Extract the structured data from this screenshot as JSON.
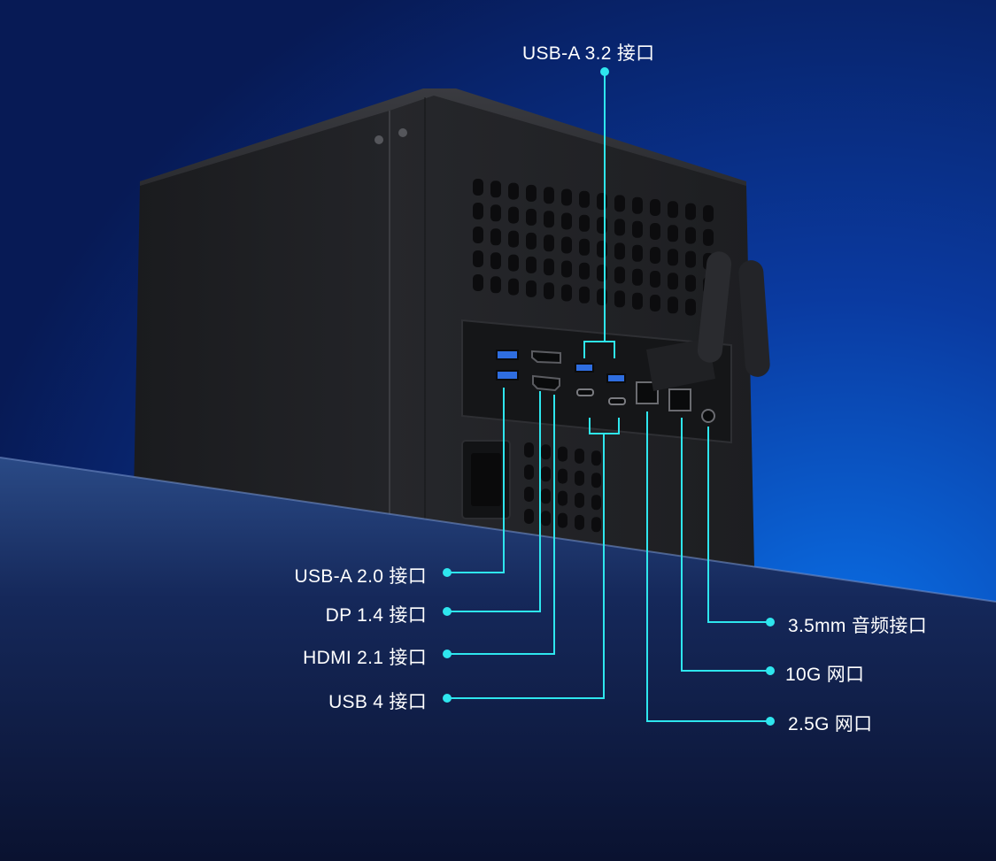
{
  "callouts": {
    "usb_a_32": "USB-A 3.2 接口",
    "usb_a_20": "USB-A 2.0 接口",
    "dp_14": "DP 1.4 接口",
    "hdmi_21": "HDMI 2.1 接口",
    "usb4": "USB 4 接口",
    "audio_35": "3.5mm 音频接口",
    "lan_10g": "10G 网口",
    "lan_25g": "2.5G 网口"
  },
  "colors": {
    "accent": "#2ee6ee",
    "background_top": "#0a1f5c",
    "background_bottom": "#0c1430",
    "device_body": "#1c1d20"
  }
}
